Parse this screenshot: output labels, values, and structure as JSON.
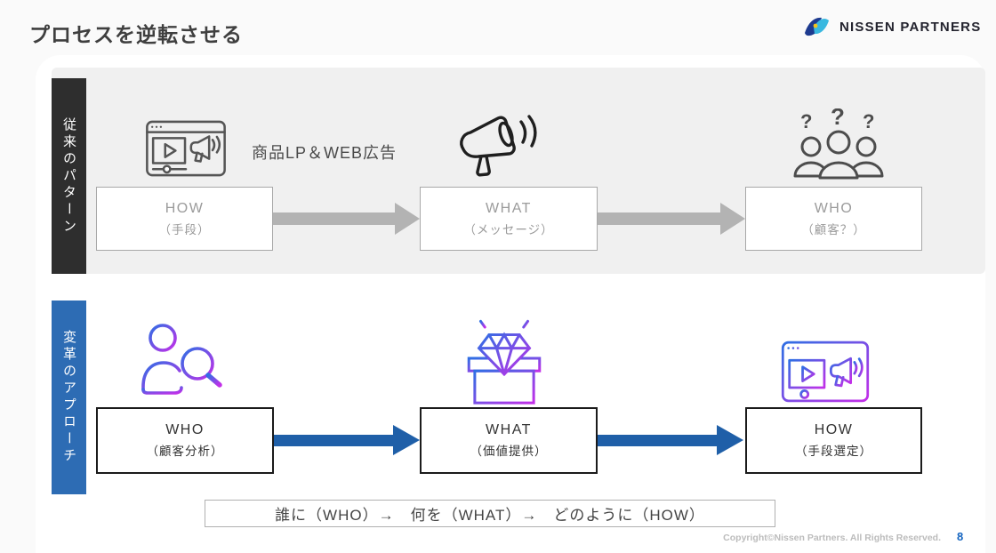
{
  "slide": {
    "title": "プロセスを逆転させる"
  },
  "logo": {
    "text": "NISSEN PARTNERS"
  },
  "traditional": {
    "label": "従来のパターン",
    "annotation": "商品LP＆WEB広告",
    "steps": [
      {
        "title": "HOW",
        "subtitle": "（手段）",
        "icon": "browser-ad-icon"
      },
      {
        "title": "WHAT",
        "subtitle": "（メッセージ）",
        "icon": "megaphone-icon"
      },
      {
        "title": "WHO",
        "subtitle": "（顧客？）",
        "icon": "people-question-icon"
      }
    ]
  },
  "transform": {
    "label": "変革のアプローチ",
    "steps": [
      {
        "title": "WHO",
        "subtitle": "（顧客分析）",
        "icon": "person-search-icon"
      },
      {
        "title": "WHAT",
        "subtitle": "（価値提供）",
        "icon": "gift-diamond-icon"
      },
      {
        "title": "HOW",
        "subtitle": "（手段選定）",
        "icon": "browser-ad-gradient-icon"
      }
    ],
    "summary": "誰に（WHO）→　何を（WHAT）→　どのように（HOW）"
  },
  "footer": {
    "copyright": "Copyright©Nissen Partners. All Rights Reserved.",
    "page_number": "8"
  },
  "colors": {
    "section_bar_dark": "#2e2e2e",
    "section_bar_blue": "#2d6cb4",
    "gray_arrow": "#b3b3b3",
    "blue_arrow": "#1f5fa8",
    "gray_panel": "#f0f0f0",
    "muted_box_text": "#9b9b9b",
    "icon_gradient_start": "#2f6fe4",
    "icon_gradient_end": "#c32fe8",
    "page_number_blue": "#1565c0"
  }
}
